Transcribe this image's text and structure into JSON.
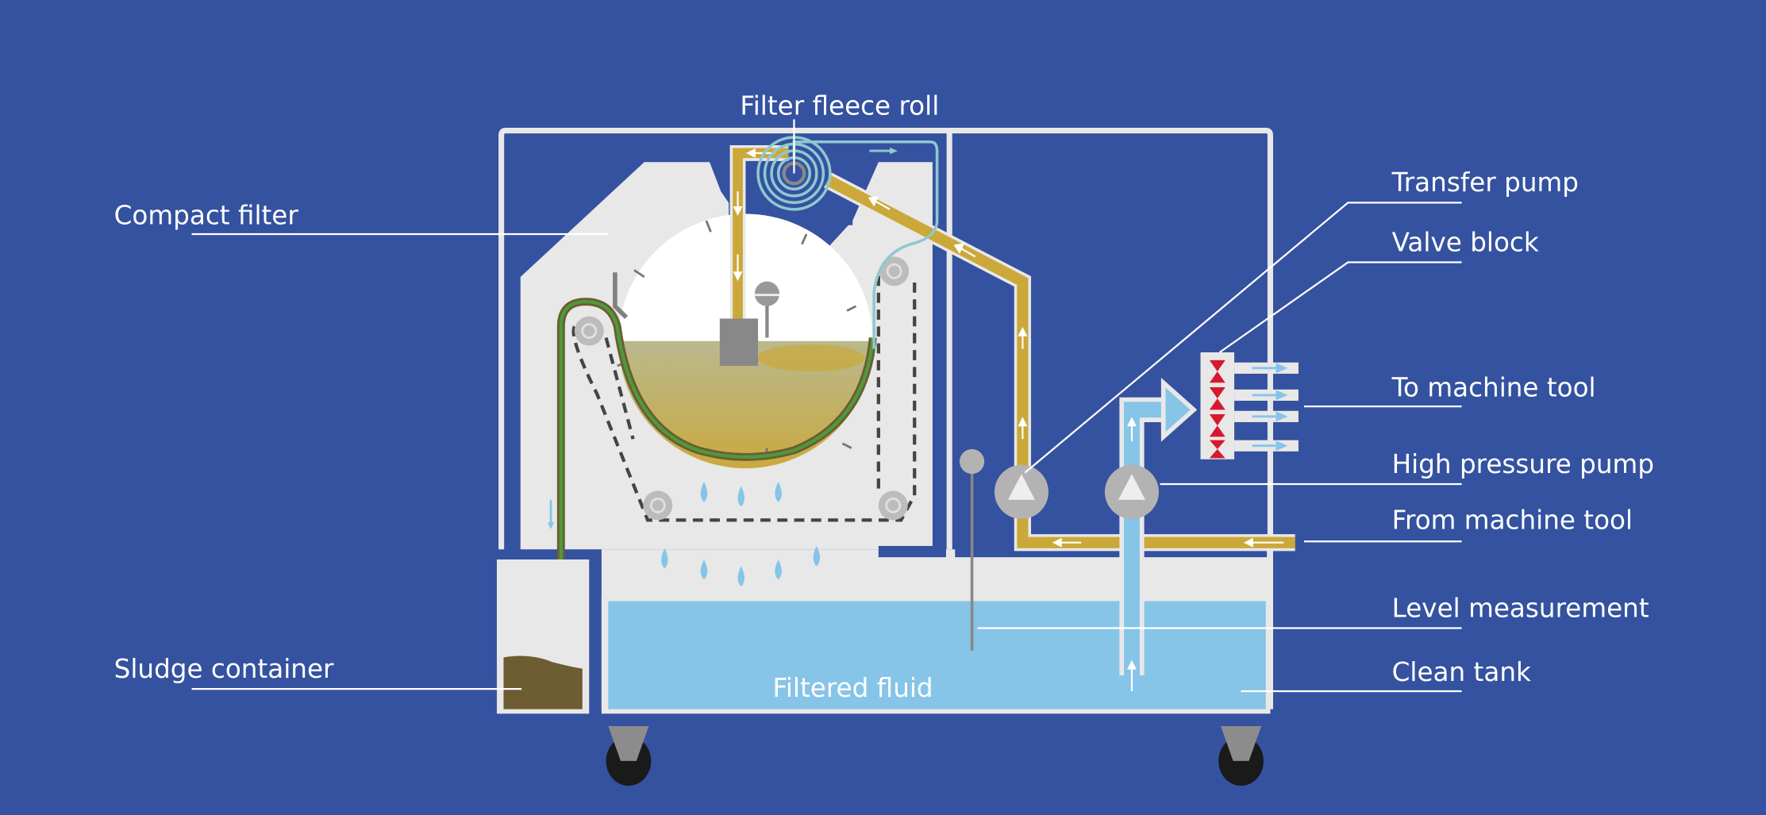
{
  "diagram": {
    "title": "Compact filter system with filter fleece roll",
    "colors": {
      "background": "#34529f",
      "housing": "#e8e8e8",
      "dirty_fluid": "#cba83a",
      "clean_fluid": "#86c4e8",
      "sludge": "#6e5c32",
      "fleece": "#8fc8d0",
      "valve": "#d7192d",
      "pump": "#b3b3b3",
      "wheel": "#1a1a1a"
    },
    "labels": {
      "filter_fleece_roll": "Filter fleece roll",
      "compact_filter": "Compact filter",
      "transfer_pump": "Transfer pump",
      "valve_block": "Valve block",
      "to_machine_tool": "To machine tool",
      "high_pressure_pump": "High pressure pump",
      "from_machine_tool": "From machine tool",
      "level_measurement": "Level measurement",
      "sludge_container": "Sludge container",
      "clean_tank": "Clean tank",
      "filtered_fluid": "Filtered fluid"
    },
    "icons": {
      "pump": "pump-icon",
      "valve": "valve-icon",
      "roller": "roller-icon",
      "droplet": "droplet-icon",
      "wheel": "wheel-icon",
      "flow_arrow": "flow-arrow-icon"
    }
  }
}
